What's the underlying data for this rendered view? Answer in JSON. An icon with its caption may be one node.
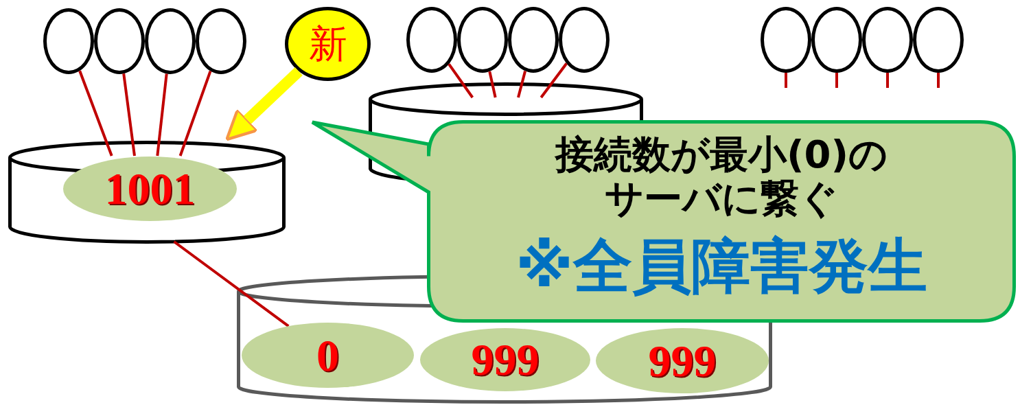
{
  "diagram": {
    "nodes": [
      {
        "text": [],
        "shape": "circle"
      },
      {
        "text": [],
        "shape": "circle"
      },
      {
        "text": [],
        "shape": "circle"
      },
      {
        "text": [],
        "shape": "circle"
      },
      {
        "text": [
          "新"
        ]
      },
      {
        "text": [],
        "shape": "circle"
      },
      {
        "text": [],
        "shape": "circle"
      },
      {
        "text": [],
        "shape": "circle"
      },
      {
        "text": [],
        "shape": "circle"
      },
      {
        "text": [],
        "shape": "circle"
      },
      {
        "text": [],
        "shape": "circle"
      },
      {
        "text": [],
        "shape": "circle"
      },
      {
        "text": [],
        "shape": "circle"
      },
      {
        "text": [],
        "shape": "cylinder"
      },
      {
        "text": [
          "1001"
        ],
        "in": 13
      },
      {
        "text": [],
        "shape": "cylinder"
      },
      {
        "text": [],
        "shape": "cylinder"
      },
      {
        "text": [
          "0"
        ],
        "in": 16
      },
      {
        "text": [
          "999"
        ],
        "in": 16
      },
      {
        "text": [
          "999"
        ],
        "in": 16
      },
      {
        "text": [
          "接続数が最小(0)のサーバに繋ぐ",
          "※全員障害発生"
        ]
      }
    ],
    "edges": [
      {
        "from": 0,
        "to": 13,
        "arrow": "none"
      },
      {
        "from": 1,
        "to": 13,
        "arrow": "none"
      },
      {
        "from": 2,
        "to": 13,
        "arrow": "none"
      },
      {
        "from": 3,
        "to": 13,
        "arrow": "none"
      },
      {
        "from": 5,
        "to": 15,
        "arrow": "none"
      },
      {
        "from": 6,
        "to": 15,
        "arrow": "none"
      },
      {
        "from": 7,
        "to": 15,
        "arrow": "none"
      },
      {
        "from": 8,
        "to": 15,
        "arrow": "none"
      },
      {
        "from": 9,
        "to": null,
        "arrow": "none"
      },
      {
        "from": 10,
        "to": null,
        "arrow": "none"
      },
      {
        "from": 11,
        "to": null,
        "arrow": "none"
      },
      {
        "from": 12,
        "to": null,
        "arrow": "none"
      },
      {
        "from": 13,
        "to": 17,
        "arrow": "none"
      },
      {
        "from": 4,
        "to": 13,
        "arrow": "to",
        "style": "thick",
        "color": "#ffff00"
      }
    ]
  }
}
